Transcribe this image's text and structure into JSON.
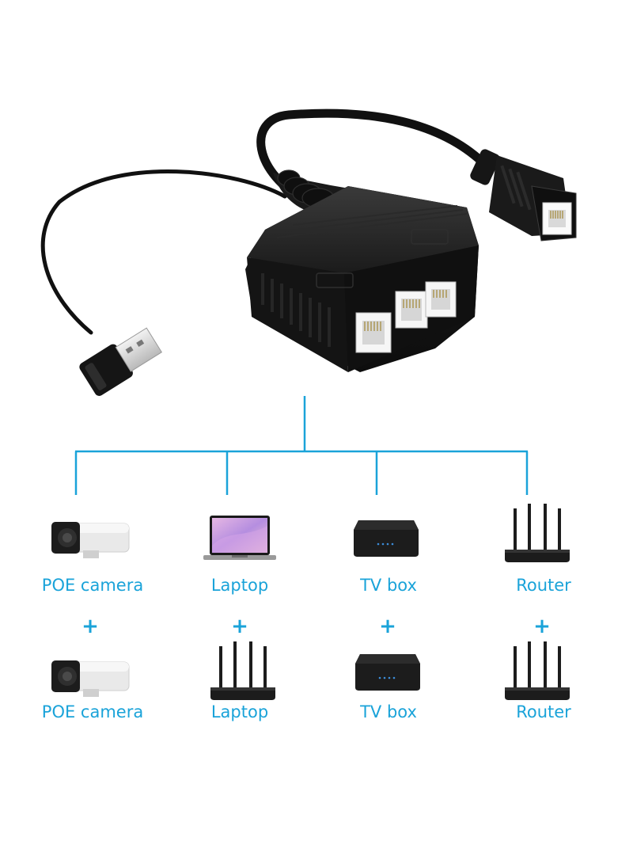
{
  "colors": {
    "accent": "#1aa3d9",
    "device_dark": "#1c1c1c",
    "background": "#ffffff"
  },
  "columns": [
    {
      "top": {
        "label": "POE camera",
        "icon": "security-camera-icon"
      },
      "plus": "+",
      "bottom": {
        "label": "POE camera",
        "icon": "security-camera-icon"
      }
    },
    {
      "top": {
        "label": "Laptop",
        "icon": "laptop-icon"
      },
      "plus": "+",
      "bottom": {
        "label": "Laptop",
        "icon": "router-icon"
      }
    },
    {
      "top": {
        "label": "TV box",
        "icon": "tv-box-icon"
      },
      "plus": "+",
      "bottom": {
        "label": "TV box",
        "icon": "tv-box-icon"
      }
    },
    {
      "top": {
        "label": "Router",
        "icon": "router-icon"
      },
      "plus": "+",
      "bottom": {
        "label": "Router",
        "icon": "router-icon"
      }
    }
  ]
}
